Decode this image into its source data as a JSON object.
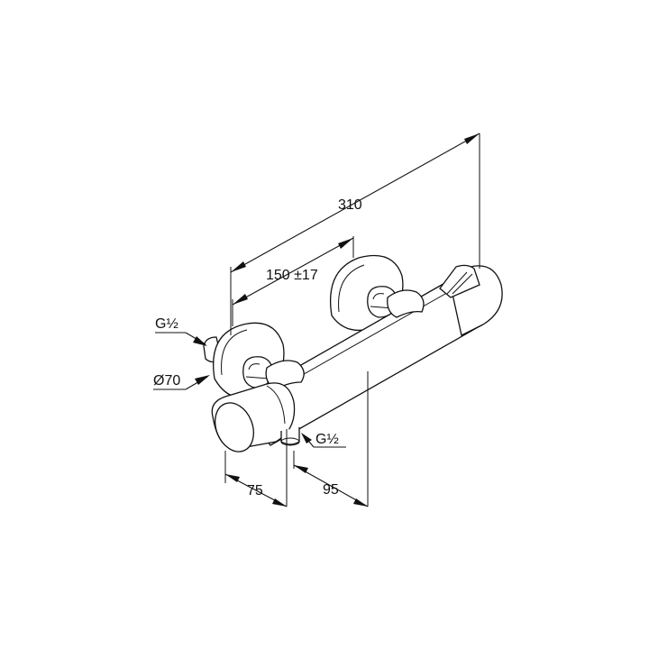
{
  "drawing": {
    "dimensions": {
      "overall_length": "310",
      "rosette_spacing": "150 ±17",
      "inlet_thread_left": "G½",
      "rosette_diameter": "Ø70",
      "outlet_thread": "G½",
      "depth_to_outlet": "75",
      "depth_to_body": "95"
    }
  }
}
